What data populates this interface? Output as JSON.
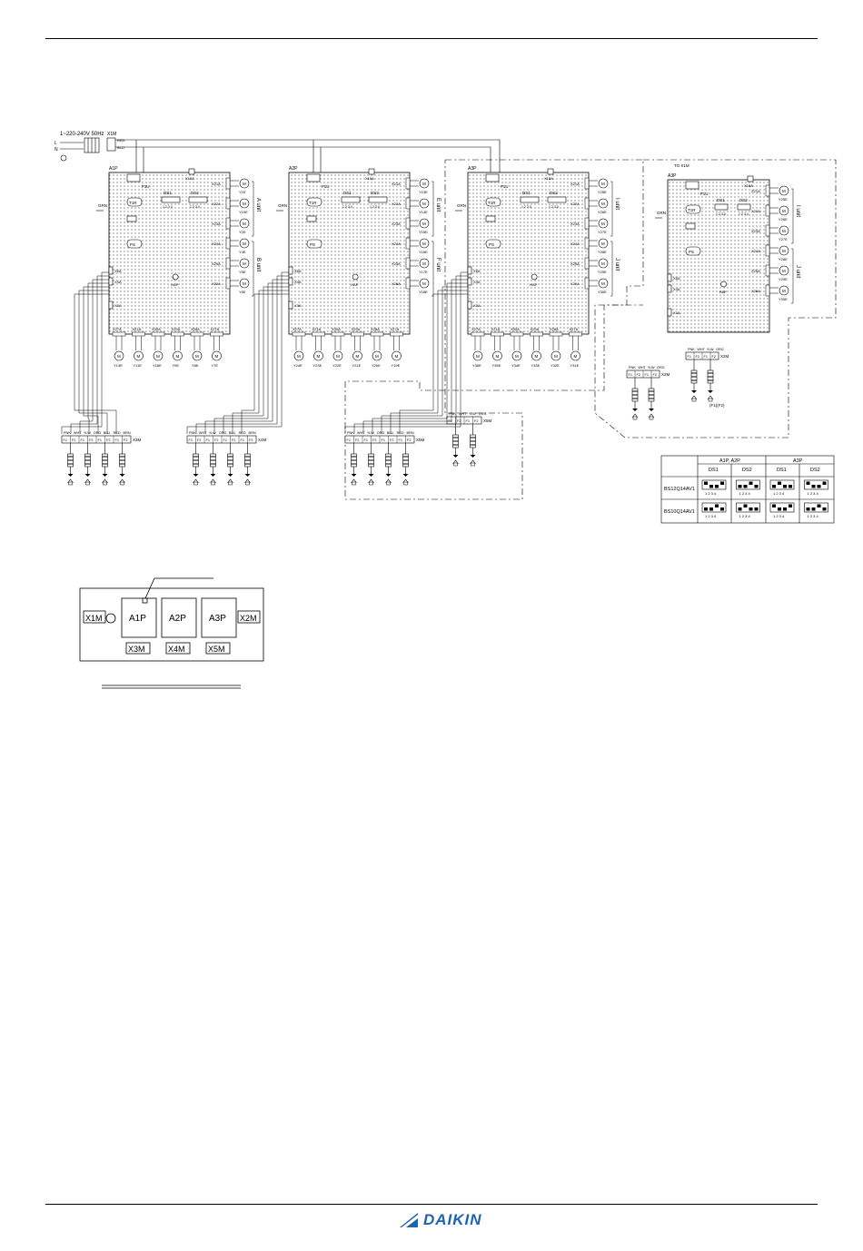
{
  "power_label": "1~220-240V 50Hz",
  "terminal_x1m": "X1M",
  "wire_red": "RED",
  "wire_blu": "BLU",
  "fuse": "F1U",
  "transformer": "T1R",
  "ps": "PS",
  "hap": "HAP",
  "grn": "GRN",
  "ds1": "DS1",
  "ds2": "DS2",
  "dip_digits": "1 2 3 4",
  "conn_x15a": "X15A",
  "conn_x6a": "X6A",
  "conn_x4a": "X4A",
  "conn_x3a": "X3A",
  "boards": [
    {
      "name": "A1P",
      "left_connectors": [
        "X21A",
        "X22A",
        "X23A",
        "X24A",
        "X25A",
        "X26A"
      ],
      "valves_right": [
        "Y1E",
        "Y10E",
        "Y2E",
        "Y4E",
        "Y5E",
        "Y6E"
      ],
      "units": [
        "A unit",
        "B unit"
      ],
      "bottom_connectors": [
        "X27A",
        "X21A",
        "X30A",
        "X29A",
        "X28A",
        "X27A"
      ],
      "valves_bottom": [
        "Y13E",
        "Y11E",
        "Y16E",
        "Y9E",
        "Y8E",
        "Y7E"
      ]
    },
    {
      "name": "A2P",
      "left_connectors": [
        "X21A",
        "X22A",
        "X23A",
        "X24A",
        "X25A",
        "X26A"
      ],
      "valves_right": [
        "Y13E",
        "Y14E",
        "Y15E",
        "Y16E",
        "Y17E",
        "Y18E"
      ],
      "units": [
        "E unit",
        "F unit"
      ],
      "bottom_connectors": [
        "X27A",
        "X21A",
        "X30A",
        "X29A",
        "X28A",
        "X27A"
      ],
      "valves_bottom": [
        "Y24E",
        "Y23E",
        "Y22E",
        "Y21E",
        "Y20E",
        "Y19E"
      ]
    },
    {
      "name": "A3P",
      "left_connectors": [
        "X21A",
        "X22A",
        "X23A",
        "X24A",
        "X25A",
        "X26A"
      ],
      "valves_right": [
        "Y25E",
        "Y26E",
        "Y27E",
        "Y28E",
        "Y29E",
        "Y30E"
      ],
      "units": [
        "I unit",
        "J unit"
      ],
      "bottom_connectors": [
        "X27A",
        "X21A",
        "X30A",
        "X29A",
        "X28A",
        "X27A"
      ],
      "valves_bottom": [
        "Y36E",
        "Y35E",
        "Y34E",
        "Y33E",
        "Y32E",
        "Y31E"
      ]
    },
    {
      "name": "A3P",
      "left_connectors": [
        "X21A",
        "X22A",
        "X23A",
        "X24A",
        "X25A",
        "X26A"
      ],
      "valves_right": [
        "Y25E",
        "Y26E",
        "Y27E",
        "Y28E",
        "Y29E",
        "Y30E"
      ],
      "units": [
        "I unit",
        "J unit"
      ]
    }
  ],
  "terminal_groups": [
    {
      "name": "X3M",
      "colors": [
        "PNK",
        "WHT",
        "YLW",
        "ORG",
        "BLU",
        "RED",
        "BRN"
      ],
      "fs": [
        "F1",
        "F2",
        "F1",
        "F2",
        "F1",
        "F2",
        "F1",
        "F2"
      ]
    },
    {
      "name": "X4M",
      "colors": [
        "PNK",
        "WHT",
        "YLW",
        "ORG",
        "BLU",
        "RED",
        "BRN"
      ],
      "fs": [
        "F1",
        "F2",
        "F1",
        "F2",
        "F1",
        "F2",
        "F1",
        "F2"
      ]
    },
    {
      "name": "X5M",
      "colors": [
        "PNK",
        "WHT",
        "YLW",
        "ORG",
        "BLU",
        "RED",
        "BRN"
      ],
      "fs": [
        "F1",
        "F2",
        "F1",
        "F2",
        "F1",
        "F2",
        "F1",
        "F2"
      ]
    },
    {
      "name": "X5M",
      "colors": [
        "PNK",
        "WHT",
        "YLW",
        "ORG"
      ],
      "fs": [
        "F1",
        "F2",
        "F1",
        "F2"
      ]
    },
    {
      "name": "X2M",
      "colors": [
        "PNK",
        "WHT",
        "YLW",
        "ORG"
      ],
      "fs": [
        "F1",
        "F2",
        "F1",
        "F2"
      ]
    },
    {
      "name": "X2M",
      "colors": [
        "PNK",
        "WHT",
        "YLW",
        "ORG"
      ],
      "fs": [
        "F1",
        "F2",
        "F1",
        "F2"
      ]
    }
  ],
  "f1f2_label": "(F1)(F2)",
  "to_x1m": "TO X1M",
  "dip_table": {
    "header_groups": [
      "A1P, A2P",
      "A3P"
    ],
    "subheaders": [
      "DS1",
      "DS2",
      "DS1",
      "DS2"
    ],
    "rows": [
      "BS12Q14AV1",
      "BS10Q14AV1"
    ]
  },
  "layout_box": {
    "terminals_left": "X1M",
    "terminals_right": "X2M",
    "boards": [
      "A1P",
      "A2P",
      "A3P"
    ],
    "bottom_terminals": [
      "X3M",
      "X4M",
      "X5M"
    ]
  },
  "logo": {
    "text": "DAIKIN",
    "color": "#1a63b5"
  }
}
